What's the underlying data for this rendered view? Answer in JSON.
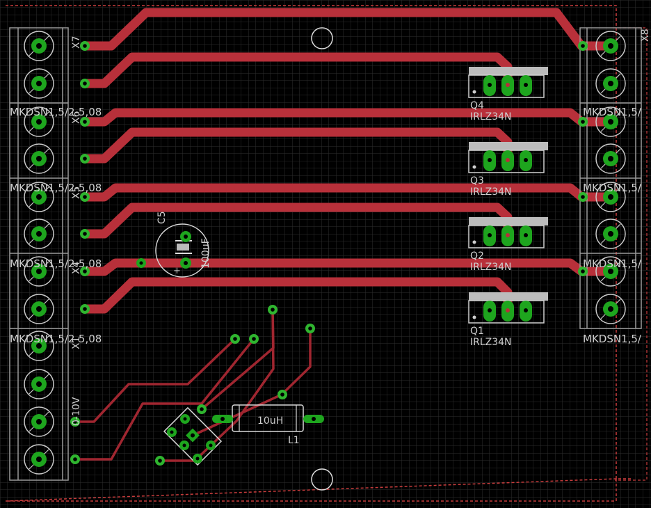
{
  "colors": {
    "background": "#000000",
    "grid": "#2e2e2e",
    "trace_top": "#b8303a",
    "trace_thin": "#a02630",
    "pad": "#1ea51e",
    "via_ring": "#2fb52f",
    "silk": "#cfcfcf",
    "outline": "#c83c3c"
  },
  "connectors": {
    "x7": {
      "name": "X7",
      "value": "MKDSN1,5/2-5,08"
    },
    "x6": {
      "name": "X6",
      "value": "MKDSN1,5/2-5,08"
    },
    "x5": {
      "name": "X5",
      "value": "MKDSN1,5/2-5,08"
    },
    "x4": {
      "name": "X4",
      "value": "MKDSN1,5/2-5,08"
    },
    "x1": {
      "name": "X1",
      "value": "0-10V"
    },
    "x8": {
      "name": "X8",
      "value": "MKDSN1,5/"
    },
    "right_values": [
      "MKDSN1,5/",
      "MKDSN1,5/",
      "MKDSN1,5/"
    ]
  },
  "transistors": [
    {
      "name": "Q4",
      "value": "IRLZ34N"
    },
    {
      "name": "Q3",
      "value": "IRLZ34N"
    },
    {
      "name": "Q2",
      "value": "IRLZ34N"
    },
    {
      "name": "Q1",
      "value": "IRLZ34N"
    }
  ],
  "capacitor": {
    "name": "C5",
    "value": "100uF"
  },
  "inductor": {
    "name": "L1",
    "value": "10uH"
  }
}
